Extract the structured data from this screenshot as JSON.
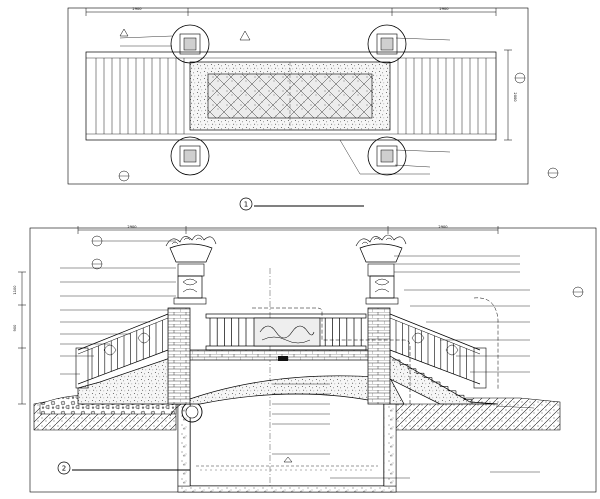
{
  "drawing_1": {
    "index": "1",
    "title": "",
    "scale": "",
    "dimensions": {
      "overall": "",
      "left_stair": "2900",
      "right_stair": "2900",
      "width": "2000"
    },
    "callouts": [
      {
        "id": "nw-pier",
        "text": ""
      },
      {
        "id": "sw-pier",
        "text": ""
      },
      {
        "id": "ne-pier",
        "text": ""
      },
      {
        "id": "se-pier",
        "text": ""
      },
      {
        "id": "deck-pave",
        "text": ""
      },
      {
        "id": "stair-left",
        "text": ""
      },
      {
        "id": "stair-right",
        "text": ""
      },
      {
        "id": "rail-top",
        "text": ""
      },
      {
        "id": "rail-bottom",
        "text": ""
      },
      {
        "id": "bottom-right-1",
        "text": ""
      },
      {
        "id": "bottom-right-2",
        "text": ""
      }
    ],
    "detail_refs": [
      {
        "id": "ref-top-left",
        "top": "",
        "bottom": ""
      },
      {
        "id": "ref-bottom-left",
        "top": "",
        "bottom": ""
      },
      {
        "id": "ref-right",
        "top": "",
        "bottom": ""
      },
      {
        "id": "ref-bottom-right",
        "top": "",
        "bottom": ""
      }
    ]
  },
  "drawing_2": {
    "index": "2",
    "title": "",
    "scale": "",
    "dimensions": {
      "overall": "",
      "left_stair": "2900",
      "right_stair": "2900",
      "rail_height": "1100",
      "pier_height": "900"
    },
    "callouts_left": [
      {
        "id": "l1",
        "text": ""
      },
      {
        "id": "l2",
        "text": ""
      },
      {
        "id": "l3",
        "text": ""
      },
      {
        "id": "l4",
        "text": ""
      },
      {
        "id": "l5",
        "text": ""
      },
      {
        "id": "l6",
        "text": ""
      },
      {
        "id": "l7",
        "text": ""
      },
      {
        "id": "l8",
        "text": ""
      },
      {
        "id": "l9",
        "text": ""
      }
    ],
    "callouts_right": [
      {
        "id": "r1",
        "text": ""
      },
      {
        "id": "r2",
        "text": ""
      },
      {
        "id": "r3",
        "text": ""
      },
      {
        "id": "r4",
        "text": ""
      },
      {
        "id": "r5",
        "text": ""
      },
      {
        "id": "r6",
        "text": ""
      },
      {
        "id": "r7",
        "text": ""
      },
      {
        "id": "r8",
        "text": ""
      },
      {
        "id": "r9",
        "text": ""
      },
      {
        "id": "r10",
        "text": ""
      },
      {
        "id": "r11",
        "text": ""
      }
    ],
    "callouts_section": [
      {
        "id": "s1",
        "text": ""
      },
      {
        "id": "s2",
        "text": ""
      },
      {
        "id": "s3",
        "text": ""
      },
      {
        "id": "s4",
        "text": ""
      },
      {
        "id": "s5",
        "text": ""
      },
      {
        "id": "s6",
        "text": ""
      },
      {
        "id": "s7",
        "text": ""
      }
    ],
    "detail_refs": [
      {
        "id": "ref-a",
        "top": "",
        "bottom": ""
      },
      {
        "id": "ref-b",
        "top": "",
        "bottom": ""
      },
      {
        "id": "ref-c",
        "top": "",
        "bottom": ""
      }
    ]
  }
}
